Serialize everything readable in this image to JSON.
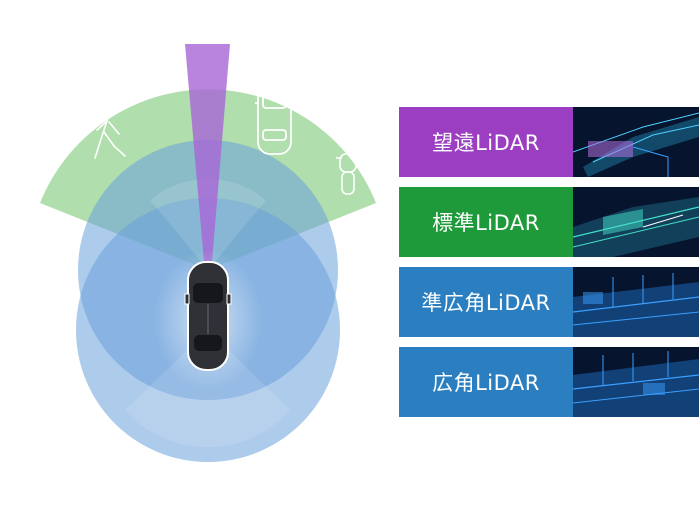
{
  "legend": [
    {
      "label": "望遠LiDAR",
      "color": "#9b3ec1",
      "thumb_icon": "telephoto-lidar-pointcloud-image",
      "thumb_accent": "#b26fe0"
    },
    {
      "label": "標準LiDAR",
      "color": "#1f9a3a",
      "thumb_icon": "standard-lidar-pointcloud-image",
      "thumb_accent": "#44e0c8"
    },
    {
      "label": "準広角LiDAR",
      "color": "#2b7fc0",
      "thumb_icon": "semi-wide-lidar-pointcloud-image",
      "thumb_accent": "#3aa0ff"
    },
    {
      "label": "広角LiDAR",
      "color": "#2b7fc0",
      "thumb_icon": "wide-lidar-pointcloud-image",
      "thumb_accent": "#3aa0ff"
    }
  ],
  "zones": {
    "telephoto_color": "#a865d6",
    "standard_color": "#8fd08a",
    "wide_color": "#6aa0db"
  },
  "objects": [
    "pedestrian-icon",
    "car-icon",
    "bicycle-icon",
    "ego-car-icon"
  ]
}
